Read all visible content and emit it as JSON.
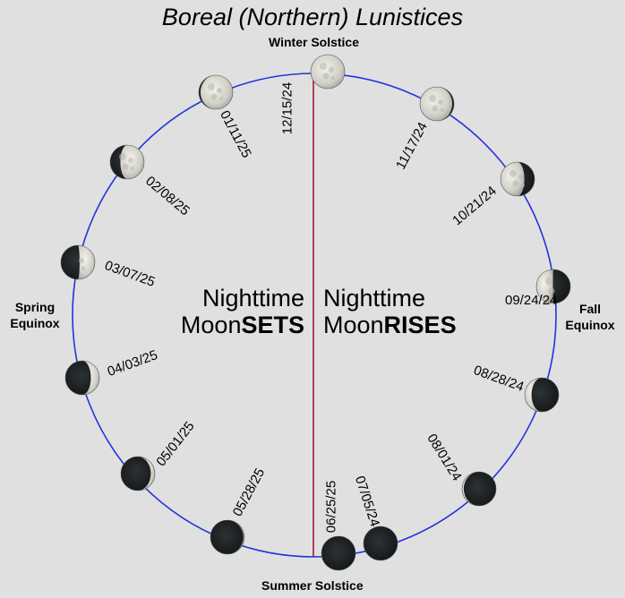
{
  "title": "Boreal (Northern) Lunistices",
  "labels": {
    "winter": "Winter Solstice",
    "summer": "Summer Solstice",
    "spring_line1": "Spring",
    "spring_line2": "Equinox",
    "fall_line1": "Fall",
    "fall_line2": "Equinox"
  },
  "left_text": {
    "line1": "Nighttime",
    "prefix": "Moon",
    "bold": "SETS"
  },
  "right_text": {
    "line1": "Nighttime",
    "prefix": "Moon",
    "bold": "RISES"
  },
  "colors": {
    "background": "#e0e0e0",
    "circle": "#2233dd",
    "divider": "#990022",
    "moon_light": "#dcdcd2",
    "moon_dark": "#1d2124"
  },
  "moons": [
    {
      "date": "12/15/24",
      "illum": 1.0,
      "lit": "full"
    },
    {
      "date": "11/17/24",
      "illum": 0.95,
      "lit": "left"
    },
    {
      "date": "10/21/24",
      "illum": 0.7,
      "lit": "left"
    },
    {
      "date": "09/24/24",
      "illum": 0.5,
      "lit": "left"
    },
    {
      "date": "08/28/24",
      "illum": 0.2,
      "lit": "left"
    },
    {
      "date": "08/01/24",
      "illum": 0.05,
      "lit": "left"
    },
    {
      "date": "07/05/24",
      "illum": 0.0,
      "lit": "new"
    },
    {
      "date": "06/25/25",
      "illum": 0.0,
      "lit": "new"
    },
    {
      "date": "05/28/25",
      "illum": 0.03,
      "lit": "right"
    },
    {
      "date": "05/01/25",
      "illum": 0.12,
      "lit": "right"
    },
    {
      "date": "04/03/25",
      "illum": 0.25,
      "lit": "right"
    },
    {
      "date": "03/07/25",
      "illum": 0.45,
      "lit": "right"
    },
    {
      "date": "02/08/25",
      "illum": 0.7,
      "lit": "right"
    },
    {
      "date": "01/11/25",
      "illum": 0.95,
      "lit": "right"
    }
  ]
}
